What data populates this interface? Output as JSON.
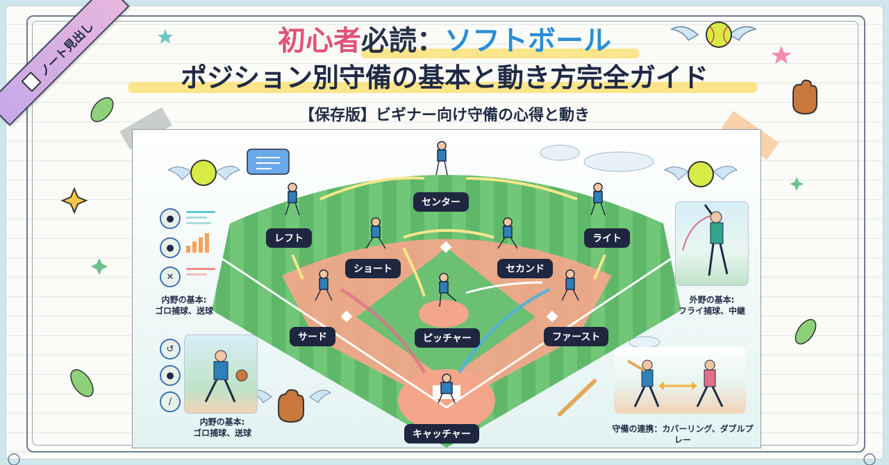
{
  "ribbon": {
    "label": "ノート見出し"
  },
  "title": {
    "line1_part1": "初心者",
    "line1_part2": "必読：",
    "line1_part3": "ソフトボール",
    "line2": "ポジション別守備の基本と動き方完全ガイド",
    "subtitle": "【保存版】ビギナー向け守備の心得と動き"
  },
  "positions": {
    "center": "センター",
    "left": "レフト",
    "right": "ライト",
    "short": "ショート",
    "second": "セカンド",
    "third": "サード",
    "pitcher": "ピッチャー",
    "first": "ファースト",
    "catcher": "キャッチャー"
  },
  "captions": {
    "infield_top_line1": "内野の基本:",
    "infield_top_line2": "ゴロ捕球、送球",
    "outfield_line1": "外野の基本:",
    "outfield_line2": "フライ捕球、中継",
    "infield_bottom_line1": "内野の基本:",
    "infield_bottom_line2": "ゴロ捕球、送球",
    "teamwork": "守備の連携：カバーリング、ダブルプレー"
  },
  "colors": {
    "field_green": "#5fb86a",
    "infield": "#f4a68a",
    "label_bg": "#1e2640",
    "accent_pink": "#e0527a",
    "accent_blue": "#2a8ed6"
  }
}
